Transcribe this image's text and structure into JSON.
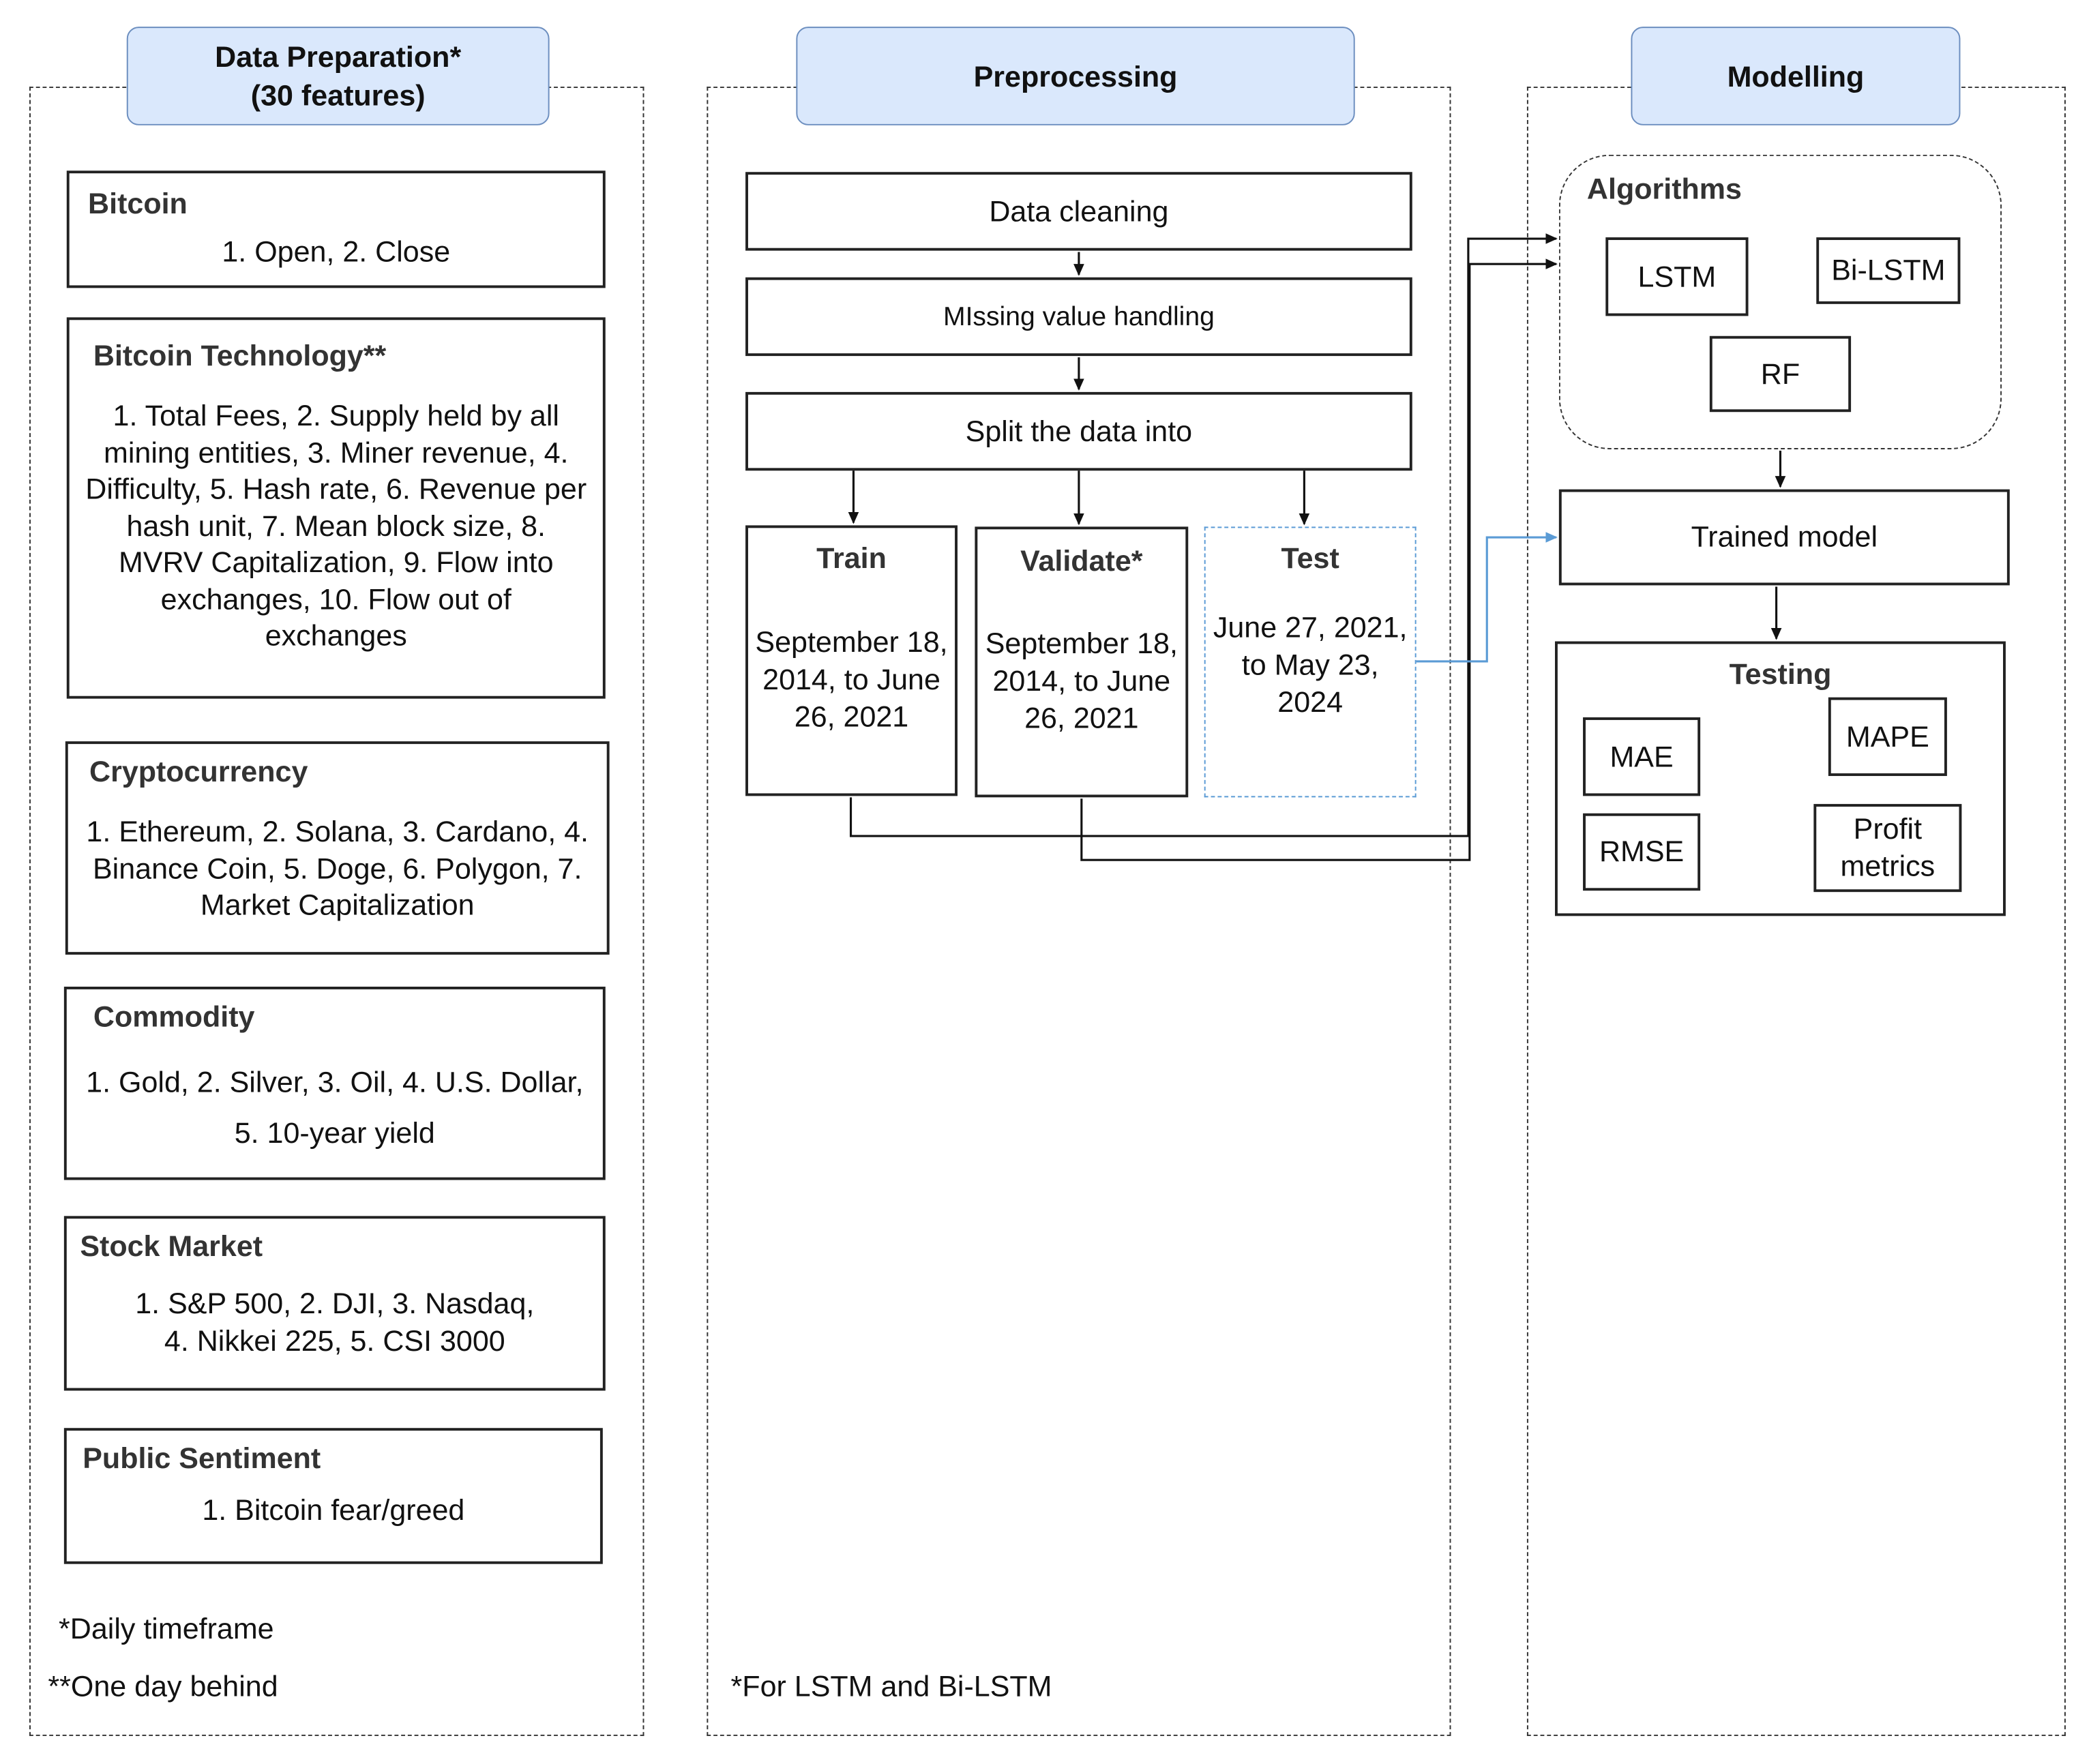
{
  "columns": {
    "data_prep": {
      "title_line1": "Data Preparation*",
      "title_line2": "(30 features)"
    },
    "preprocessing": {
      "title": "Preprocessing"
    },
    "modelling": {
      "title": "Modelling"
    }
  },
  "feature_groups": {
    "bitcoin": {
      "title": "Bitcoin",
      "items": "1. Open,  2. Close"
    },
    "bitcoin_technology": {
      "title": "Bitcoin Technology**",
      "lines": [
        "1. Total Fees, 2. Supply held by all",
        "mining entities, 3. Miner revenue, 4.",
        "Difficulty, 5. Hash rate, 6. Revenue per",
        "hash unit, 7. Mean block size, 8.",
        "MVRV Capitalization, 9. Flow into",
        "exchanges, 10. Flow out of",
        "exchanges"
      ]
    },
    "cryptocurrency": {
      "title": "Cryptocurrency",
      "lines": [
        "1. Ethereum, 2.  Solana, 3. Cardano, 4.",
        "Binance Coin, 5. Doge, 6. Polygon, 7.",
        "Market Capitalization"
      ]
    },
    "commodity": {
      "title": "Commodity",
      "lines": [
        "1. Gold, 2. Silver, 3. Oil, 4. U.S. Dollar,",
        "5. 10-year yield"
      ]
    },
    "stock_market": {
      "title": "Stock Market",
      "lines": [
        "1. S&P 500, 2. DJI, 3. Nasdaq,",
        "4. Nikkei 225, 5. CSI 3000"
      ]
    },
    "public_sentiment": {
      "title": "Public Sentiment",
      "items": "1. Bitcoin fear/greed"
    }
  },
  "notes": {
    "daily": "*Daily timeframe",
    "one_day": "**One day behind",
    "lstm": "*For LSTM and Bi-LSTM"
  },
  "preprocessing_steps": {
    "cleaning": "Data cleaning",
    "missing": "MIssing value handling",
    "split": "Split the data into"
  },
  "splits": {
    "train": {
      "title": "Train",
      "lines": [
        "September 18,",
        "2014, to June",
        "26, 2021"
      ]
    },
    "validate": {
      "title": "Validate*",
      "lines": [
        "September 18,",
        "2014, to June",
        "26, 2021"
      ]
    },
    "test": {
      "title": "Test",
      "lines": [
        "June 27, 2021,",
        "to May 23,",
        "2024"
      ]
    }
  },
  "algorithms": {
    "title": "Algorithms",
    "lstm": "LSTM",
    "bilstm": "Bi-LSTM",
    "rf": "RF"
  },
  "trained_model": "Trained model",
  "testing": {
    "title": "Testing",
    "mae": "MAE",
    "mape": "MAPE",
    "rmse": "RMSE",
    "profit_line1": "Profit",
    "profit_line2": "metrics"
  },
  "colors": {
    "header_fill": "#dae8fc",
    "header_stroke": "#6c8ebf",
    "test_link": "#5b9bd5",
    "text": "#111111"
  }
}
